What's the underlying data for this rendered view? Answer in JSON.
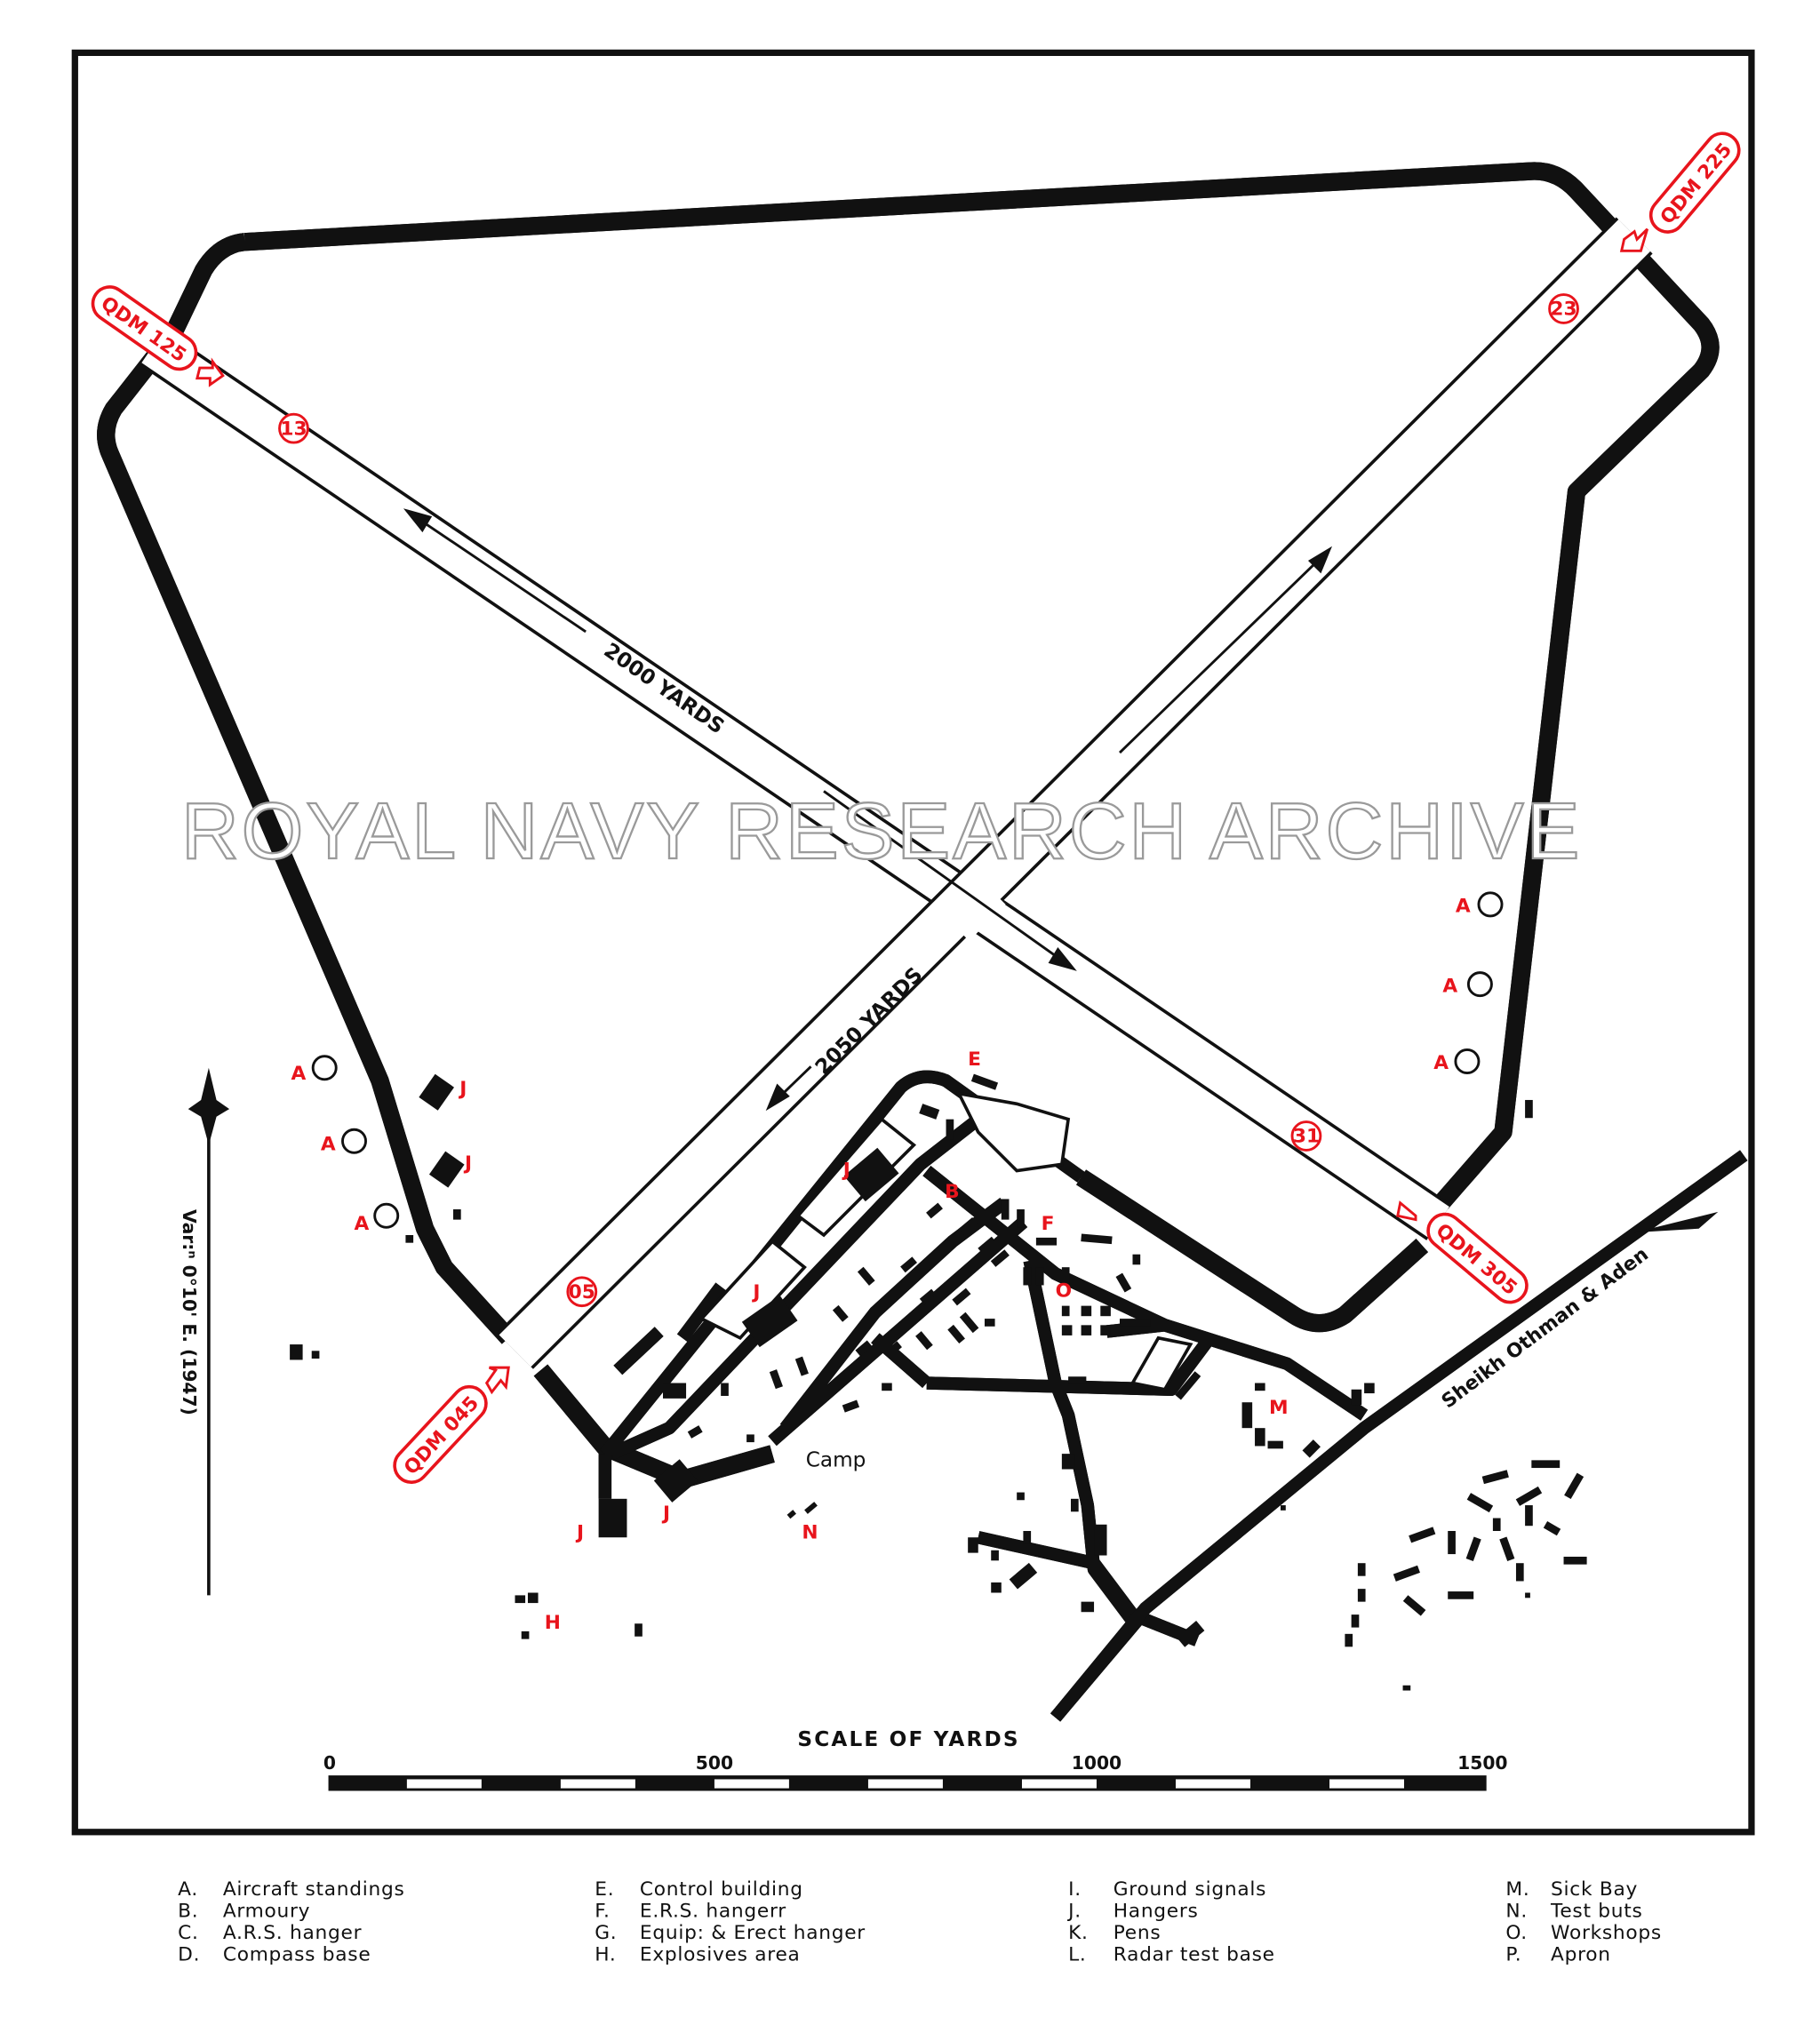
{
  "map": {
    "watermark": "ROYAL NAVY RESEARCH ARCHIVE",
    "runway_13_31_length": "2000 YARDS",
    "runway_05_23_length": "2050 YARDS",
    "runway_numbers": {
      "r13": "13",
      "r31": "31",
      "r05": "05",
      "r23": "23"
    },
    "qdm_labels": {
      "q125": "QDM 125",
      "q225": "QDM 225",
      "q305": "QDM 305",
      "q045": "QDM 045"
    },
    "camp_label": "Camp",
    "road_label": "Sheikh Othman & Aden",
    "variation": "Var:ⁿ 0°10' E. (1947)",
    "site_letters": {
      "a": "A",
      "b": "B",
      "e": "E",
      "f": "F",
      "h": "H",
      "j": "J",
      "m": "M",
      "n": "N",
      "o": "O"
    },
    "colors": {
      "marking": "#e8141c",
      "ink": "#111111"
    }
  },
  "scale": {
    "title": "SCALE OF YARDS",
    "ticks": [
      "0",
      "500",
      "1000",
      "1500"
    ]
  },
  "legend": [
    {
      "key": "A.",
      "label": "Aircraft standings"
    },
    {
      "key": "B.",
      "label": "Armoury"
    },
    {
      "key": "C.",
      "label": "A.R.S. hanger"
    },
    {
      "key": "D.",
      "label": "Compass base"
    },
    {
      "key": "E.",
      "label": "Control building"
    },
    {
      "key": "F.",
      "label": "E.R.S. hangerr"
    },
    {
      "key": "G.",
      "label": "Equip: & Erect hanger"
    },
    {
      "key": "H.",
      "label": "Explosives area"
    },
    {
      "key": "I.",
      "label": "Ground signals"
    },
    {
      "key": "J.",
      "label": "Hangers"
    },
    {
      "key": "K.",
      "label": "Pens"
    },
    {
      "key": "L.",
      "label": "Radar test base"
    },
    {
      "key": "M.",
      "label": "Sick Bay"
    },
    {
      "key": "N.",
      "label": "Test buts"
    },
    {
      "key": "O.",
      "label": "Workshops"
    },
    {
      "key": "P.",
      "label": "Apron"
    }
  ]
}
